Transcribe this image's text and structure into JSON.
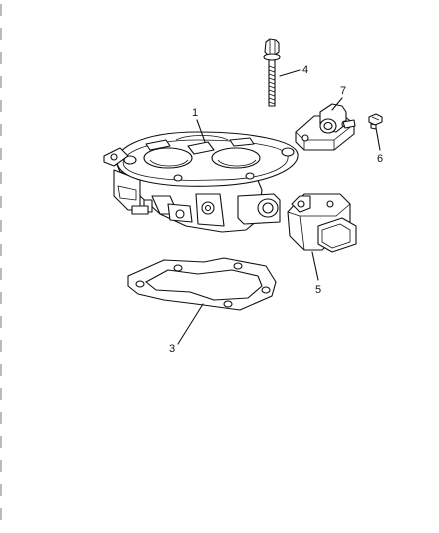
{
  "diagram": {
    "callouts": [
      {
        "id": "1",
        "text": "1"
      },
      {
        "id": "3",
        "text": "3"
      },
      {
        "id": "4",
        "text": "4"
      },
      {
        "id": "5",
        "text": "5"
      },
      {
        "id": "6",
        "text": "6"
      },
      {
        "id": "7",
        "text": "7"
      }
    ]
  }
}
